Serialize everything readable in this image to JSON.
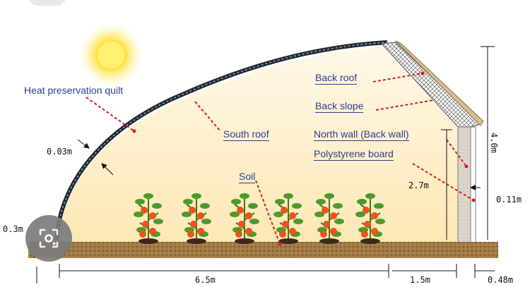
{
  "labels": {
    "heat_quilt": "Heat preservation quilt",
    "south_roof": "South roof",
    "back_roof": "Back roof",
    "back_slope": "Back slope",
    "north_wall": "North wall (Back wall)",
    "polystyrene": "Polystyrene board",
    "soil": "Soil"
  },
  "dimensions": {
    "quilt_thickness": "0.03m",
    "front_height": "0.3m",
    "wall_height": "2.7m",
    "total_height": "4.0m",
    "polystyrene_thickness": "0.11m",
    "span": "6.5m",
    "back_depth": "1.5m",
    "wall_thickness": "0.48m"
  },
  "colors": {
    "label_text": "#2a3f8f",
    "leader_line": "#d42020",
    "quilt": "#1f2733",
    "soil": "#a17a45",
    "sun": "#ffe14a",
    "wall": "#e0dcd2"
  },
  "icons": {
    "sun": "sun-icon",
    "lens": "lens-search-icon"
  }
}
